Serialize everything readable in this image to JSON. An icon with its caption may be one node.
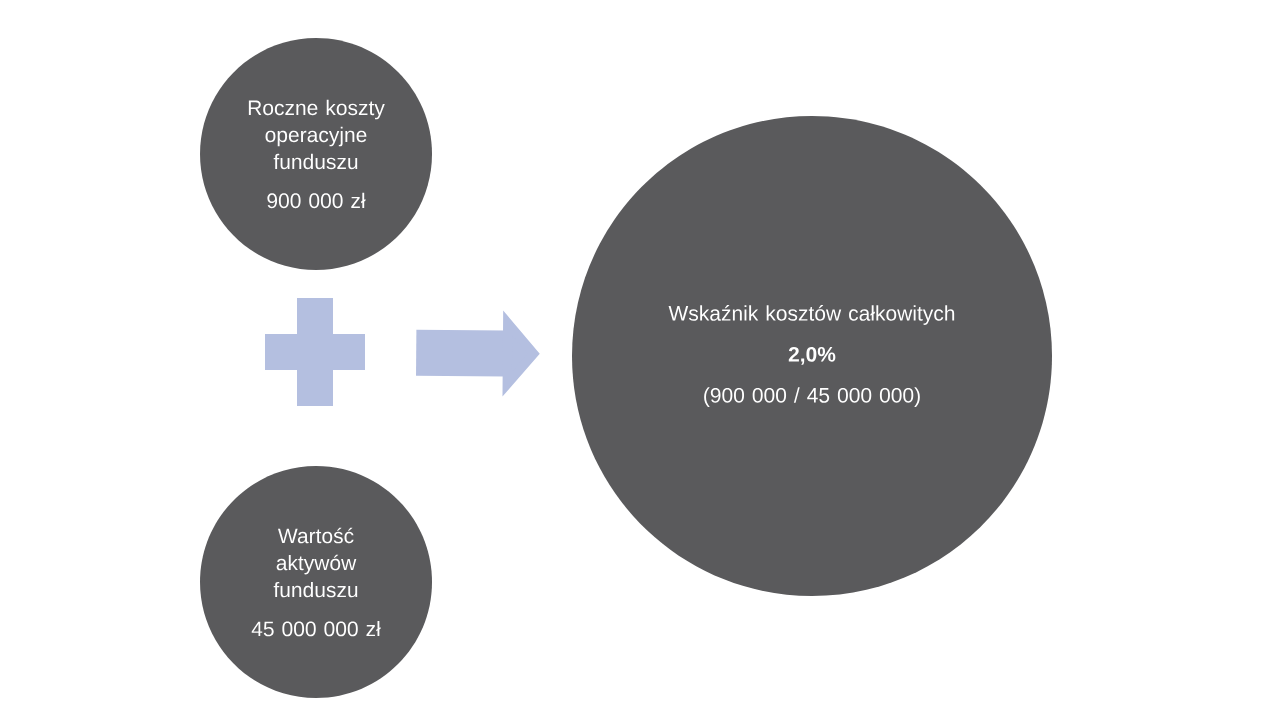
{
  "diagram": {
    "nodes": [
      {
        "text": [
          "Roczne koszty operacyjne funduszu",
          "900 000 zł"
        ]
      },
      {
        "text": [
          "Wartość aktywów funduszu",
          "45 000 000 zł"
        ]
      },
      {
        "text": [
          "Wskaźnik kosztów całkowitych",
          "2,0%",
          "(900 000 / 45 000 000)"
        ]
      },
      {
        "text": [],
        "shape": "plus"
      }
    ],
    "edges": [
      {
        "from": 3,
        "to": 2,
        "arrow": "to"
      }
    ]
  }
}
